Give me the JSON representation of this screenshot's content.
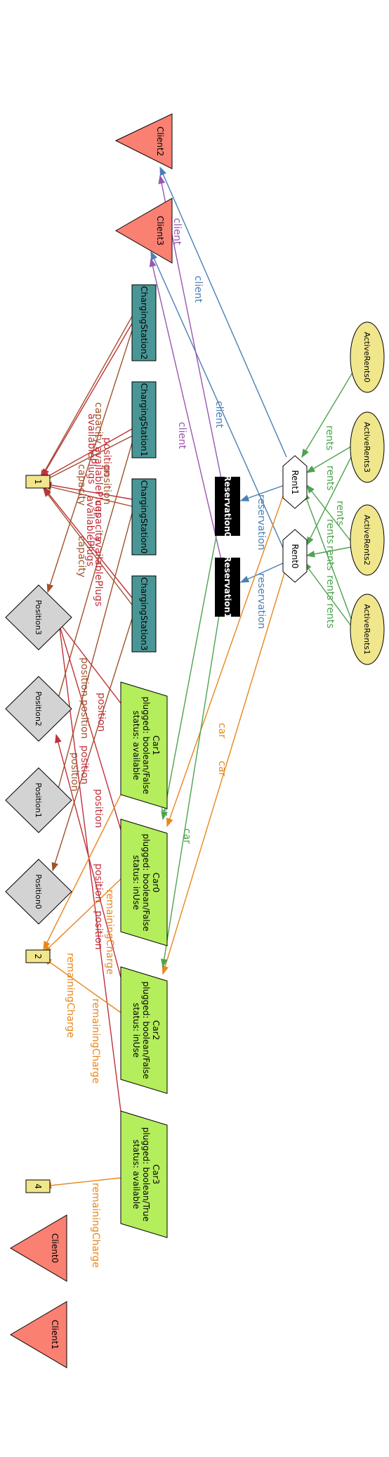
{
  "nodes": {
    "client2": "Client2",
    "client3": "Client3",
    "client0": "Client0",
    "client1": "Client1",
    "cs2": "ChargingStation2",
    "cs1": "ChargingStation1",
    "cs0": "ChargingStation0",
    "cs3": "ChargingStation3",
    "res0": "Reservation0",
    "res1": "Reservation1",
    "rent1": "Rent1",
    "rent0": "Rent0",
    "ar0": "ActiveRents0",
    "ar3": "ActiveRents3",
    "ar2": "ActiveRents2",
    "ar1": "ActiveRents1",
    "pos3": "Position3",
    "pos2": "Position2",
    "pos1": "Position1",
    "pos0": "Position0",
    "val1": "1",
    "val2": "2",
    "val4": "4",
    "car1": {
      "name": "Car1",
      "plugged": "plugged: boolean/False",
      "status": "status: available"
    },
    "car0": {
      "name": "Car0",
      "plugged": "plugged: boolean/False",
      "status": "status: inUse"
    },
    "car2": {
      "name": "Car2",
      "plugged": "plugged: boolean/False",
      "status": "status: inUse"
    },
    "car3": {
      "name": "Car3",
      "plugged": "plugged: boolean/True",
      "status": "status: available"
    }
  },
  "edges": {
    "client": "client",
    "rents": "rents",
    "reservation": "reservation",
    "car": "car",
    "capacity": "capacity",
    "availablePlugs": "availablePlugs",
    "position": "position",
    "remainingCharge": "remainingCharge"
  },
  "colors": {
    "client_node": "#fa8072",
    "charging_station": "#4a9696",
    "reservation": "#000000",
    "active_rents": "#f0e68c",
    "position": "#d3d3d3",
    "value": "#f0e68c",
    "car": "#b4ee5c",
    "edge_client_blue": "#4a7fb5",
    "edge_client_purple": "#9a55b0",
    "edge_rents": "#4ea34e",
    "edge_car": "#e8871e",
    "edge_capacity": "#a0522d",
    "edge_plugs": "#c0303a",
    "edge_position": "#c0303a",
    "edge_charge": "#e8871e"
  }
}
